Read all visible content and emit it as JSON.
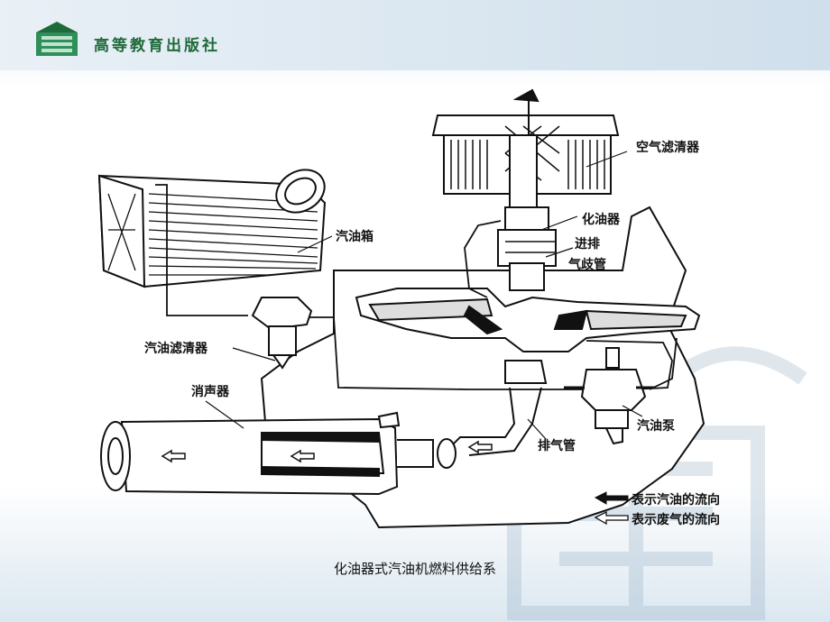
{
  "header": {
    "publisher": "高等教育出版社"
  },
  "labels": {
    "air_filter": "空气滤清器",
    "carburetor": "化油器",
    "intake_exhaust_manifold_1": "进排",
    "intake_exhaust_manifold_2": "气歧管",
    "fuel_tank": "汽油箱",
    "fuel_filter": "汽油滤清器",
    "muffler": "消声器",
    "exhaust_pipe": "排气管",
    "fuel_pump": "汽油泵"
  },
  "legend": {
    "fuel_flow": "表示汽油的流向",
    "exhaust_flow": "表示废气的流向"
  },
  "caption": "化油器式汽油机燃料供给系",
  "colors": {
    "brand_green": "#1f6a3a",
    "line": "#111111"
  }
}
